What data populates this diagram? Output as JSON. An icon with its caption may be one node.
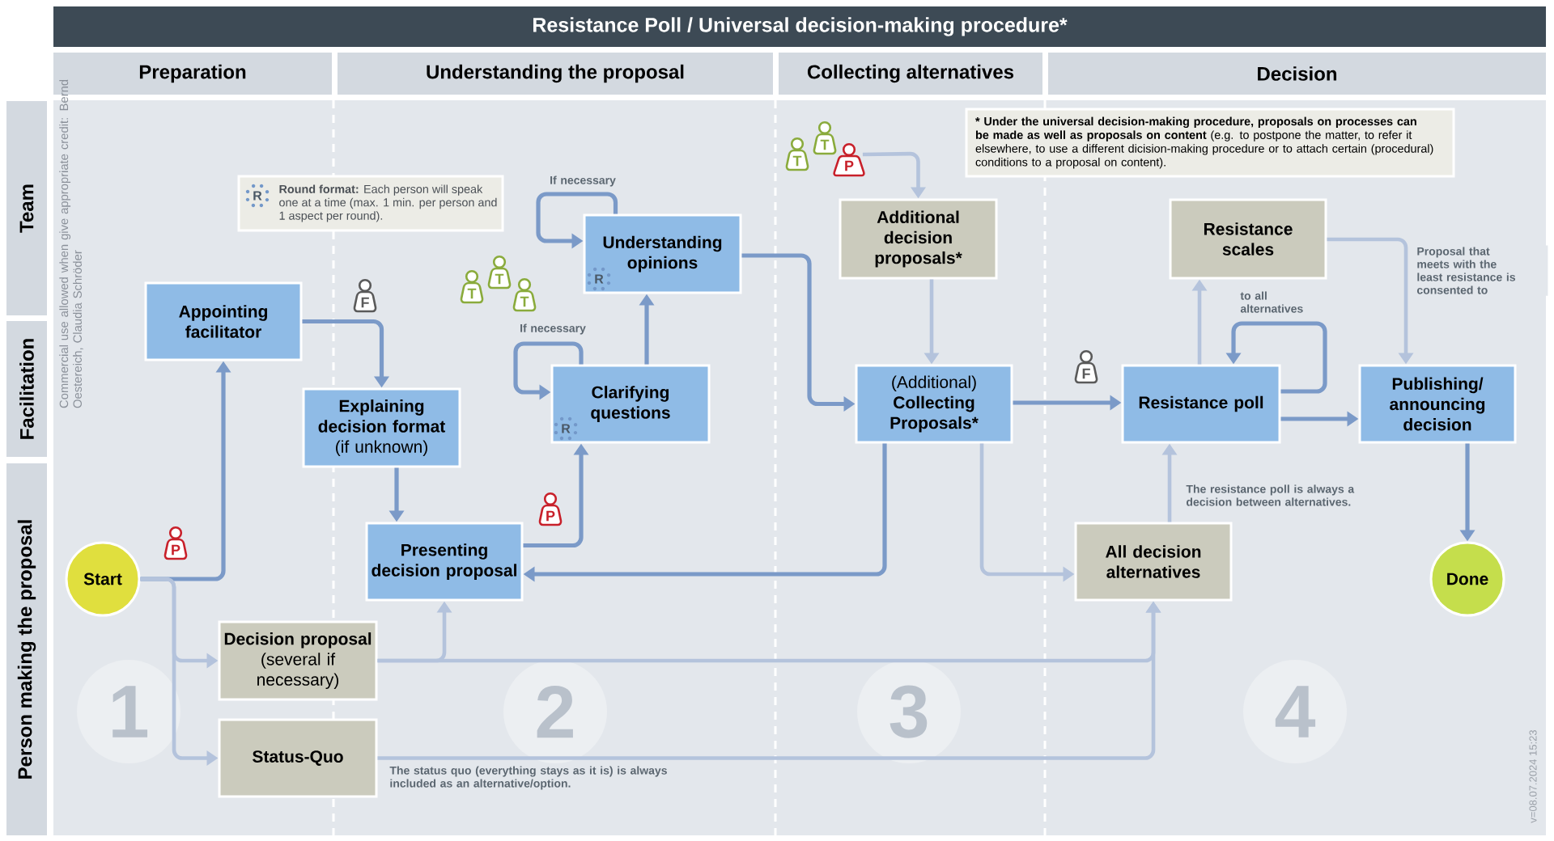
{
  "diagram": {
    "title": "Resistance Poll / Universal decision-making procedure*",
    "nodes": [
      {
        "text": [
          "Preparation"
        ]
      },
      {
        "text": [
          "Understanding the proposal"
        ]
      },
      {
        "text": [
          "Collecting alternatives"
        ]
      },
      {
        "text": [
          "Decision"
        ]
      },
      {
        "text": [
          "Team"
        ]
      },
      {
        "text": [
          "Facilitation"
        ]
      },
      {
        "text": [
          "Person making the proposal"
        ]
      },
      {
        "text": [
          "Round format:",
          "Each person will speak one at a time (max. 1 min. per person and 1 aspect per round)."
        ]
      },
      {
        "text": [
          "* Under the universal decision-making procedure, proposals on processes can be made as well as proposals on content",
          "(e.g. to postpone the matter, to refer it elsewhere, to use a different dicision-making procedure or to attach certain (procedural) conditions to a proposal on content)."
        ]
      },
      {
        "text": [
          "Start"
        ]
      },
      {
        "text": [
          "Appointing facilitator"
        ]
      },
      {
        "text": [
          "Explaining decision format",
          "(if unknown)"
        ]
      },
      {
        "text": [
          "Presenting decision proposal"
        ]
      },
      {
        "text": [
          "Decision proposal",
          "(several if necessary)"
        ]
      },
      {
        "text": [
          "Status-Quo"
        ]
      },
      {
        "text": [
          "Clarifying questions"
        ]
      },
      {
        "text": [
          "Understanding opinions"
        ]
      },
      {
        "text": [
          "Additional decision proposals*"
        ]
      },
      {
        "text": [
          "(Additional)",
          "Collecting Proposals*"
        ]
      },
      {
        "text": [
          "Resistance scales"
        ]
      },
      {
        "text": [
          "Resistance poll"
        ]
      },
      {
        "text": [
          "Publishing/ announcing decision"
        ]
      },
      {
        "text": [
          "All decision alternatives"
        ]
      },
      {
        "text": [
          "Done"
        ]
      },
      {
        "text": [
          "P"
        ]
      }
    ],
    "edges": [
      {
        "from": 9,
        "to": 10,
        "arrow": "to"
      },
      {
        "from": 9,
        "to": 13,
        "arrow": "to",
        "color": "#b4c3dc"
      },
      {
        "from": 9,
        "to": 14,
        "arrow": "to",
        "color": "#b4c3dc"
      },
      {
        "from": 10,
        "to": 11,
        "arrow": "to"
      },
      {
        "from": 11,
        "to": 12,
        "arrow": "to"
      },
      {
        "from": 12,
        "to": 15,
        "arrow": "to"
      },
      {
        "from": 15,
        "to": 15,
        "arrow": "to",
        "label": "If necessary"
      },
      {
        "from": 15,
        "to": 16,
        "arrow": "to"
      },
      {
        "from": 16,
        "to": 16,
        "arrow": "to",
        "label": "If necessary"
      },
      {
        "from": 16,
        "to": 18,
        "arrow": "to"
      },
      {
        "from": 24,
        "to": 17,
        "arrow": "to",
        "color": "#b4c3dc"
      },
      {
        "from": 17,
        "to": 18,
        "arrow": "to",
        "color": "#b4c3dc"
      },
      {
        "from": 18,
        "to": 12,
        "arrow": "to"
      },
      {
        "from": 18,
        "to": 22,
        "arrow": "to",
        "color": "#b4c3dc"
      },
      {
        "from": 18,
        "to": 20,
        "arrow": "to"
      },
      {
        "from": 20,
        "to": 19,
        "arrow": "to",
        "color": "#b4c3dc"
      },
      {
        "from": 20,
        "to": 20,
        "arrow": "to",
        "label": "to all alternatives"
      },
      {
        "from": 20,
        "to": 21,
        "arrow": "to"
      },
      {
        "from": 19,
        "to": 21,
        "arrow": "to",
        "color": "#b4c3dc",
        "label": "Proposal that meets with the least resistance is consented to"
      },
      {
        "from": 22,
        "to": 20,
        "arrow": "to",
        "color": "#b4c3dc",
        "label": "The resistance poll is always a decision between alternatives."
      },
      {
        "from": 13,
        "to": 12,
        "arrow": "to",
        "color": "#b4c3dc"
      },
      {
        "from": 13,
        "to": 22,
        "arrow": "to",
        "color": "#b4c3dc"
      },
      {
        "from": 14,
        "to": 22,
        "arrow": "to",
        "color": "#b4c3dc",
        "label": "The status quo (everything stays as it is) is always included as an alternative/option."
      },
      {
        "from": 21,
        "to": 23,
        "arrow": "to"
      }
    ],
    "labels": [
      "Commercial use allowed when give appropriate credit: Bernd Oestereich, Claudia Schröder",
      "R",
      "F",
      "T",
      "T",
      "T",
      "P",
      "R",
      "R",
      "P",
      "T",
      "T",
      "F",
      "1",
      "2",
      "3",
      "4",
      "v=08.07.2024 15:23"
    ]
  }
}
